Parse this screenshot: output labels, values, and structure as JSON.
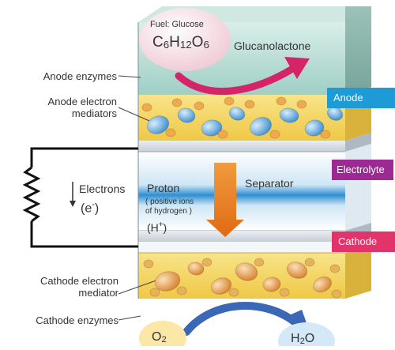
{
  "labels": {
    "anode_enzymes": "Anode enzymes",
    "anode_mediators_1": "Anode electron",
    "anode_mediators_2": "mediators",
    "electrons": "Electrons",
    "electron_symbol": "(e",
    "electron_sup": "-",
    "electron_close": ")",
    "cathode_mediator_1": "Cathode electron",
    "cathode_mediator_2": "mediator",
    "cathode_enzymes": "Cathode enzymes"
  },
  "tags": {
    "anode": "Anode",
    "electrolyte": "Electrolyte",
    "cathode": "Cathode"
  },
  "fuel": {
    "caption": "Fuel: Glucose",
    "formula_parts": [
      "C",
      "6",
      "H",
      "12",
      "O",
      "6"
    ],
    "product": "Glucanolactone"
  },
  "separator": {
    "title": "Separator",
    "proton": "Proton",
    "proton_note_1": "( positive ions",
    "proton_note_2": "of hydrogen )",
    "proton_symbol_open": "(H",
    "proton_symbol_sup": "+",
    "proton_symbol_close": ")"
  },
  "cathode_reaction": {
    "reactant_base": "O",
    "reactant_sub": "2",
    "product_base": "H",
    "product_sub": "2",
    "product_tail": "O"
  },
  "colors": {
    "anode_tag": "#1e9ad6",
    "electrolyte_tag": "#9b2a92",
    "cathode_tag": "#e2336b",
    "enzyme_layer": "#f2d35a",
    "blue_enzyme": "#5aa7dc",
    "orange_enzyme": "#e69a4c",
    "proton_arrow": "#e8731c",
    "reaction_arrow": "#d6246a"
  }
}
